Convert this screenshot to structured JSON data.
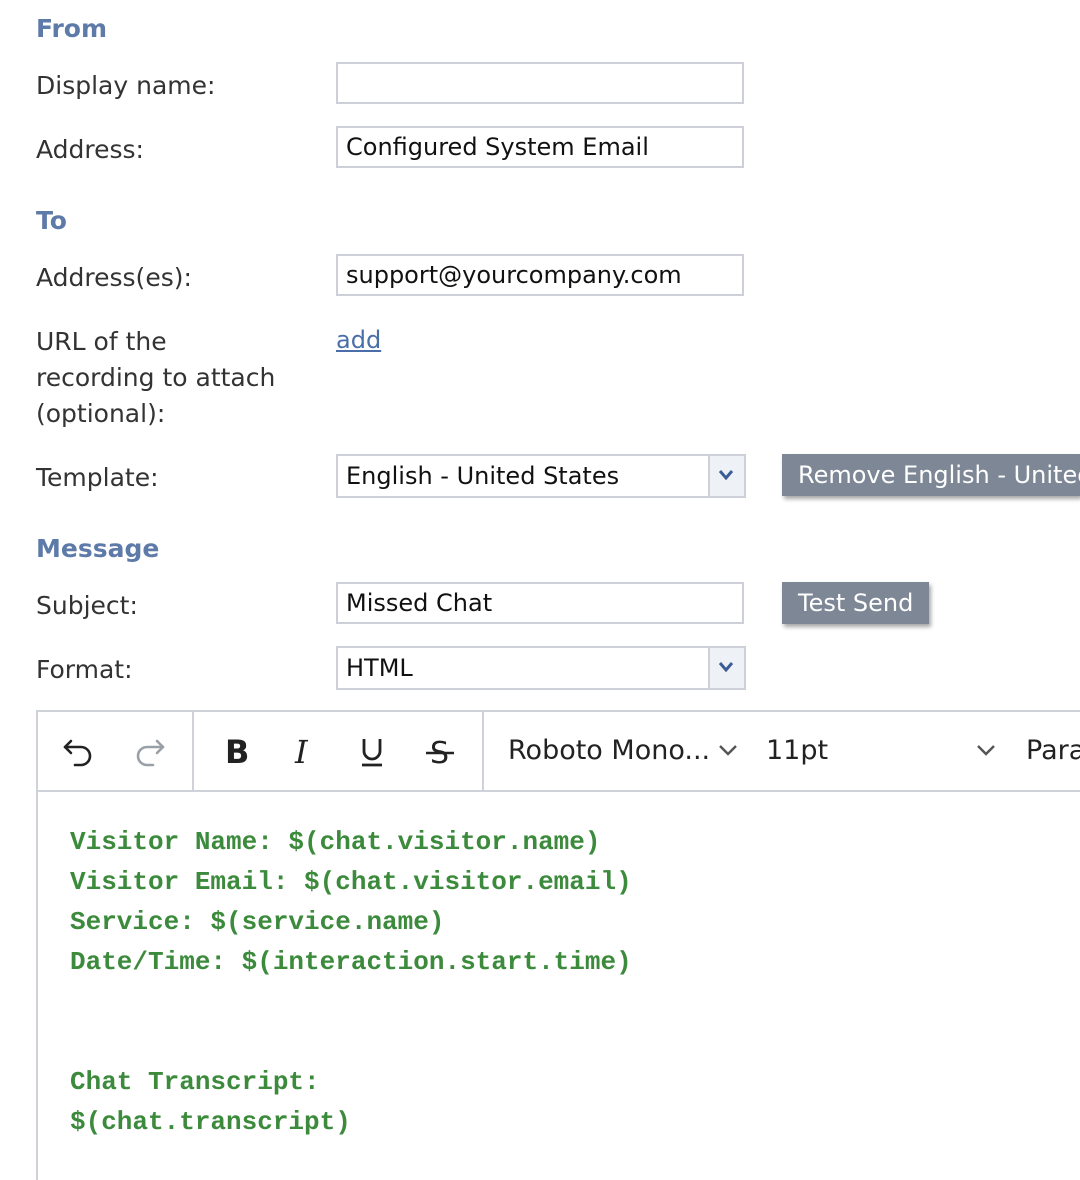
{
  "from": {
    "heading": "From",
    "display_name_label": "Display name:",
    "display_name_value": "",
    "address_label": "Address:",
    "address_value": "Configured System Email"
  },
  "to": {
    "heading": "To",
    "addresses_label": "Address(es):",
    "addresses_value": "support@yourcompany.com",
    "recording_label_line1": "URL of the",
    "recording_label_line2": "recording to attach",
    "recording_label_line3": "(optional):",
    "add_link": "add",
    "template_label": "Template:",
    "template_value": "English - United States",
    "remove_button": "Remove English - United States"
  },
  "message": {
    "heading": "Message",
    "subject_label": "Subject:",
    "subject_value": "Missed Chat",
    "test_send_button": "Test Send",
    "format_label": "Format:",
    "format_value": "HTML"
  },
  "editor": {
    "toolbar": {
      "undo_icon": "undo-icon",
      "redo_icon": "redo-icon",
      "bold_icon": "bold-icon",
      "italic_icon": "italic-icon",
      "underline_icon": "underline-icon",
      "strikethrough_icon": "strikethrough-icon",
      "font_family": "Roboto Mono...",
      "font_size": "11pt",
      "block_format": "Paragraph"
    },
    "body_lines": [
      "Visitor Name: $(chat.visitor.name)",
      "Visitor Email: $(chat.visitor.email)",
      "Service: $(service.name)",
      "Date/Time: $(interaction.start.time)",
      "",
      "",
      "Chat Transcript:",
      "$(chat.transcript)"
    ],
    "body_color": "#3c8a3c"
  },
  "colors": {
    "section_heading": "#5d7aa8",
    "button_bg": "#7d8795",
    "link": "#4a6fa8"
  }
}
